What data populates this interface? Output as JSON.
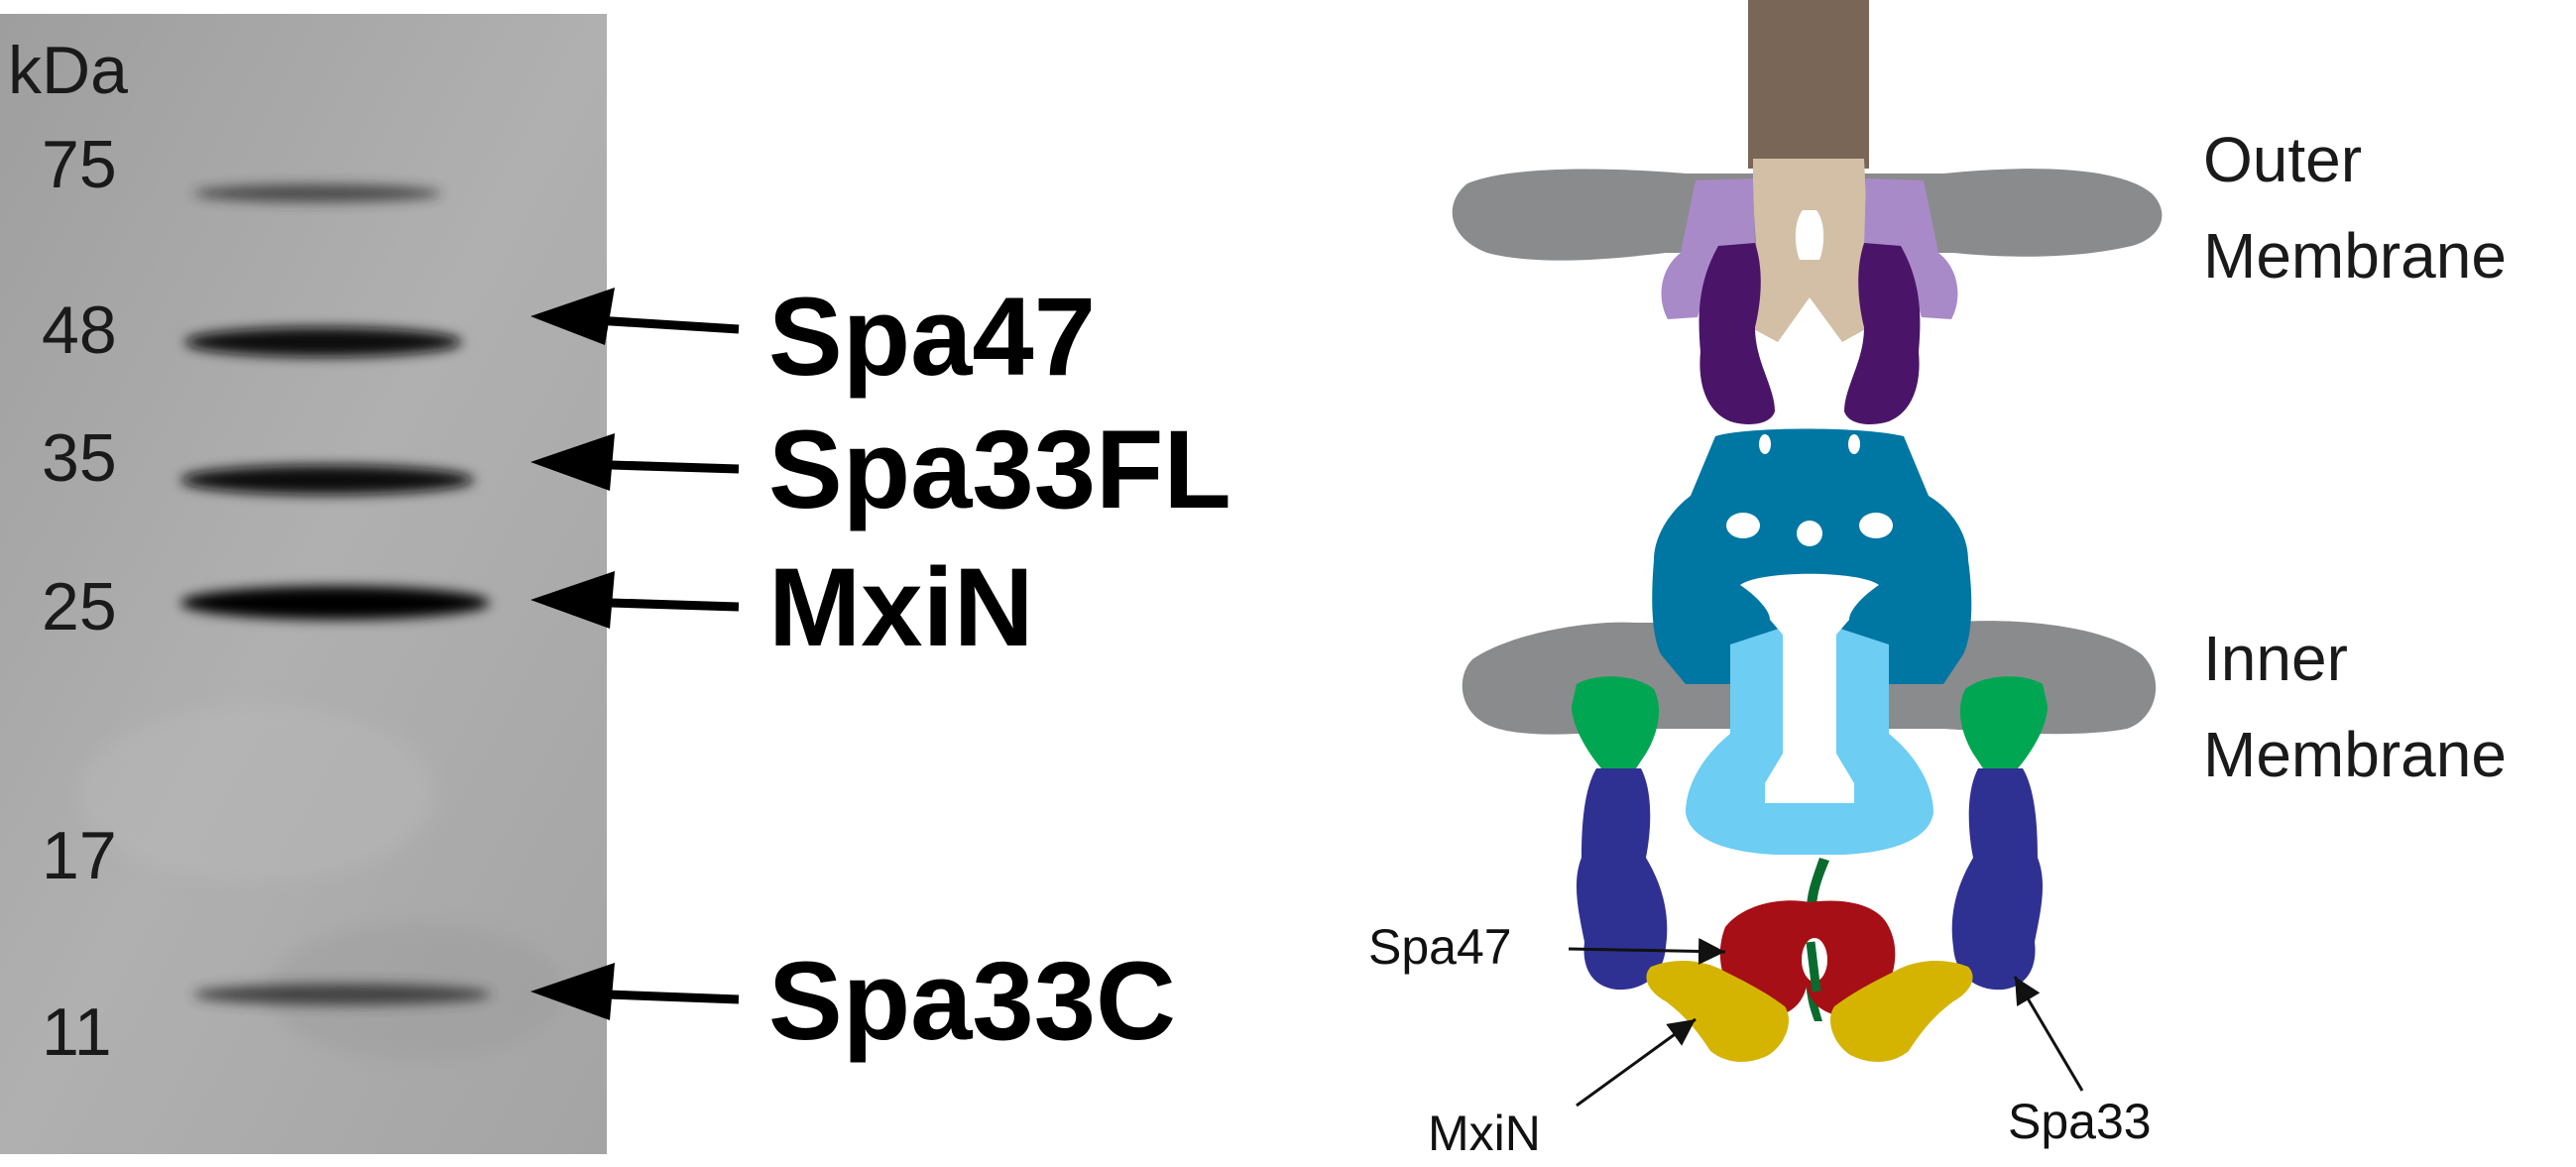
{
  "gel": {
    "unit_label": "kDa",
    "markers": [
      "75",
      "48",
      "35",
      "25",
      "17",
      "11"
    ],
    "bands": [
      {
        "label": "Spa47"
      },
      {
        "label": "Spa33FL"
      },
      {
        "label": "MxiN"
      },
      {
        "label": "Spa33C"
      }
    ]
  },
  "diagram": {
    "membranes": [
      {
        "line1": "Outer",
        "line2": "Membrane"
      },
      {
        "line1": "Inner",
        "line2": "Membrane"
      }
    ],
    "components": [
      {
        "label": "Spa47"
      },
      {
        "label": "MxiN"
      },
      {
        "label": "Spa33"
      }
    ],
    "colors": {
      "gel_background": "#a8a8a8",
      "membrane_gray": "#8a8b8d",
      "needle_brown": "#7a6656",
      "needle_tan": "#d2bfa5",
      "outer_ring_lavender": "#a98ac8",
      "outer_ring_dark_purple": "#4a1568",
      "basal_body_blue": "#0076a3",
      "inner_rod_light_blue": "#6dcdf2",
      "inner_ring_green": "#00a651",
      "spa33_navy": "#2e3192",
      "spa47_red": "#a50f15",
      "mxin_yellow": "#d4b400",
      "stalk_dark_green": "#0a6b2e"
    }
  }
}
